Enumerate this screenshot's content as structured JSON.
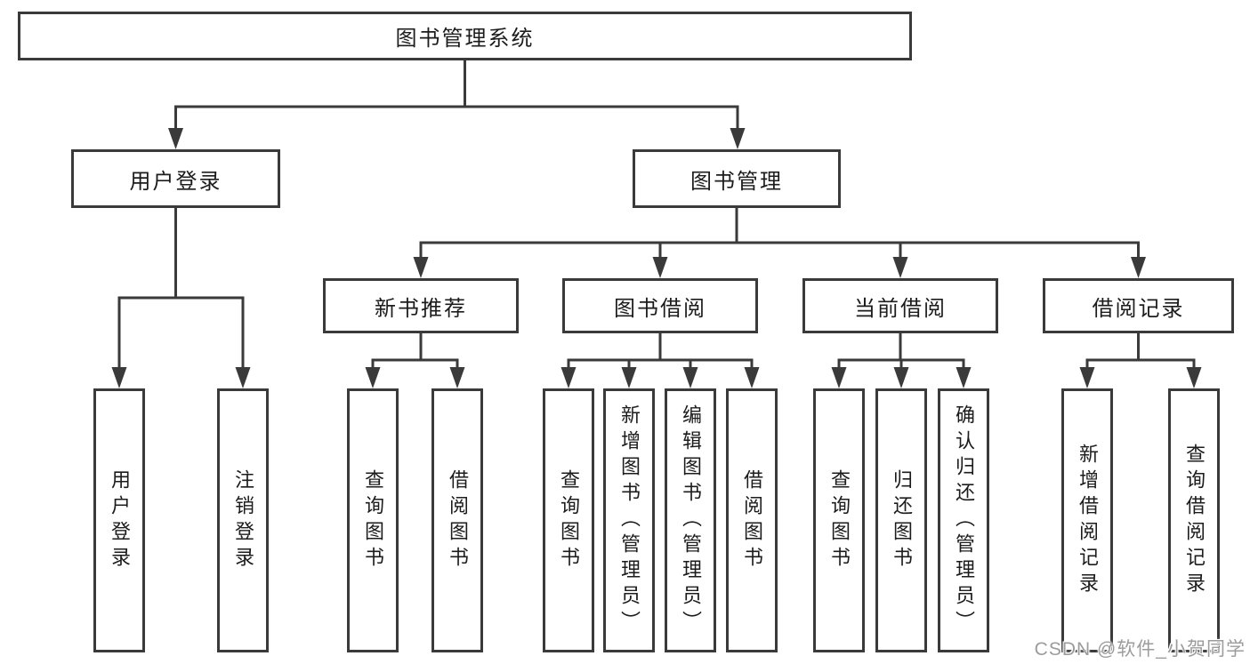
{
  "diagram": {
    "root": {
      "label": "图书管理系统"
    },
    "branches": [
      {
        "label": "用户登录",
        "children": [
          {
            "label": "用户登录"
          },
          {
            "label": "注销登录"
          }
        ]
      },
      {
        "label": "图书管理",
        "children": [
          {
            "label": "新书推荐",
            "children": [
              {
                "label": "查询图书"
              },
              {
                "label": "借阅图书"
              }
            ]
          },
          {
            "label": "图书借阅",
            "children": [
              {
                "label": "查询图书"
              },
              {
                "label": "新增图书（管理员）"
              },
              {
                "label": "编辑图书（管理员）"
              },
              {
                "label": "借阅图书"
              }
            ]
          },
          {
            "label": "当前借阅",
            "children": [
              {
                "label": "查询图书"
              },
              {
                "label": "归还图书"
              },
              {
                "label": "确认归还（管理员）"
              }
            ]
          },
          {
            "label": "借阅记录",
            "children": [
              {
                "label": "新增借阅记录"
              },
              {
                "label": "查询借阅记录"
              }
            ]
          }
        ]
      }
    ]
  },
  "watermark": {
    "text": "CSDN @软件_小贺同学"
  },
  "colors": {
    "line": "#3a3a3a",
    "text": "#1c1c1c",
    "background": "#ffffff",
    "watermark": "#9c9c9c"
  }
}
